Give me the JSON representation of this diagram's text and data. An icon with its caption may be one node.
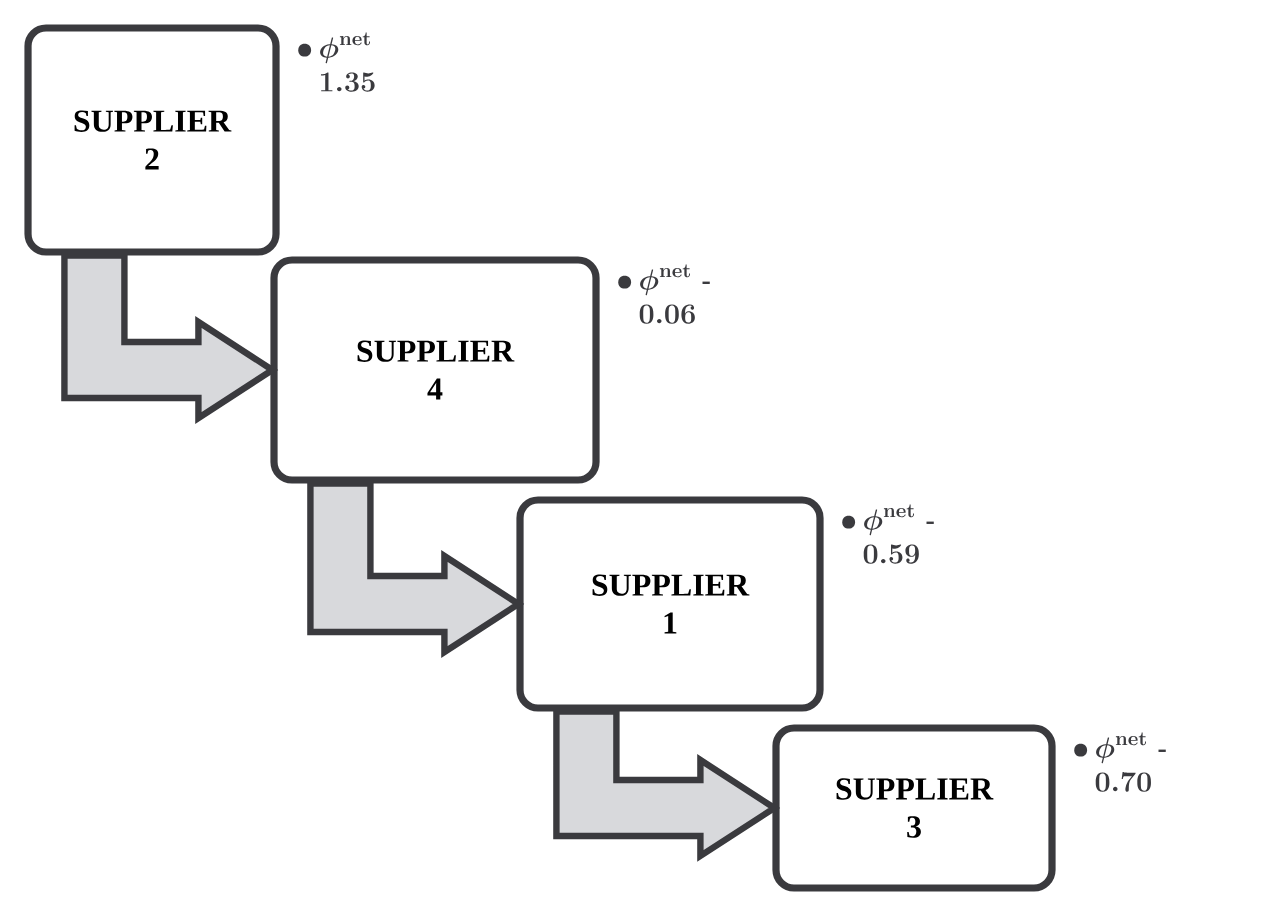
{
  "diagram": {
    "nodes": [
      {
        "text": [
          "SUPPLIER 2"
        ],
        "beside": [
          "\\begin{array}{@{}l@{}}\\boldsymbol{\\bullet\\,\\phi}^{\\mathbf{net}}\\\\ \\hphantom{\\bullet\\,}\\mathbf{1.35}\\end{array}"
        ]
      },
      {
        "text": [
          "SUPPLIER 4"
        ],
        "beside": [
          "\\begin{array}{@{}l@{}}\\boldsymbol{\\bullet\\,\\phi}^{\\mathbf{net}}\\;\\textbf{-}\\\\ \\hphantom{\\bullet\\,}\\mathbf{0.06}\\end{array}"
        ]
      },
      {
        "text": [
          "SUPPLIER 1"
        ],
        "beside": [
          "\\begin{array}{@{}l@{}}\\boldsymbol{\\bullet\\,\\phi}^{\\mathbf{net}}\\;\\textbf{-}\\\\ \\hphantom{\\bullet\\,}\\mathbf{0.59}\\end{array}"
        ]
      },
      {
        "text": [
          "SUPPLIER 3"
        ],
        "beside": [
          "\\begin{array}{@{}l@{}}\\boldsymbol{\\bullet\\,\\phi}^{\\mathbf{net}}\\;\\textbf{-}\\\\ \\hphantom{\\bullet\\,}\\mathbf{0.70}\\end{array}"
        ]
      }
    ],
    "edges": [
      {
        "from": 0,
        "to": 1,
        "arrow": "to"
      },
      {
        "from": 1,
        "to": 2,
        "arrow": "to"
      },
      {
        "from": 2,
        "to": 3,
        "arrow": "to"
      }
    ]
  }
}
